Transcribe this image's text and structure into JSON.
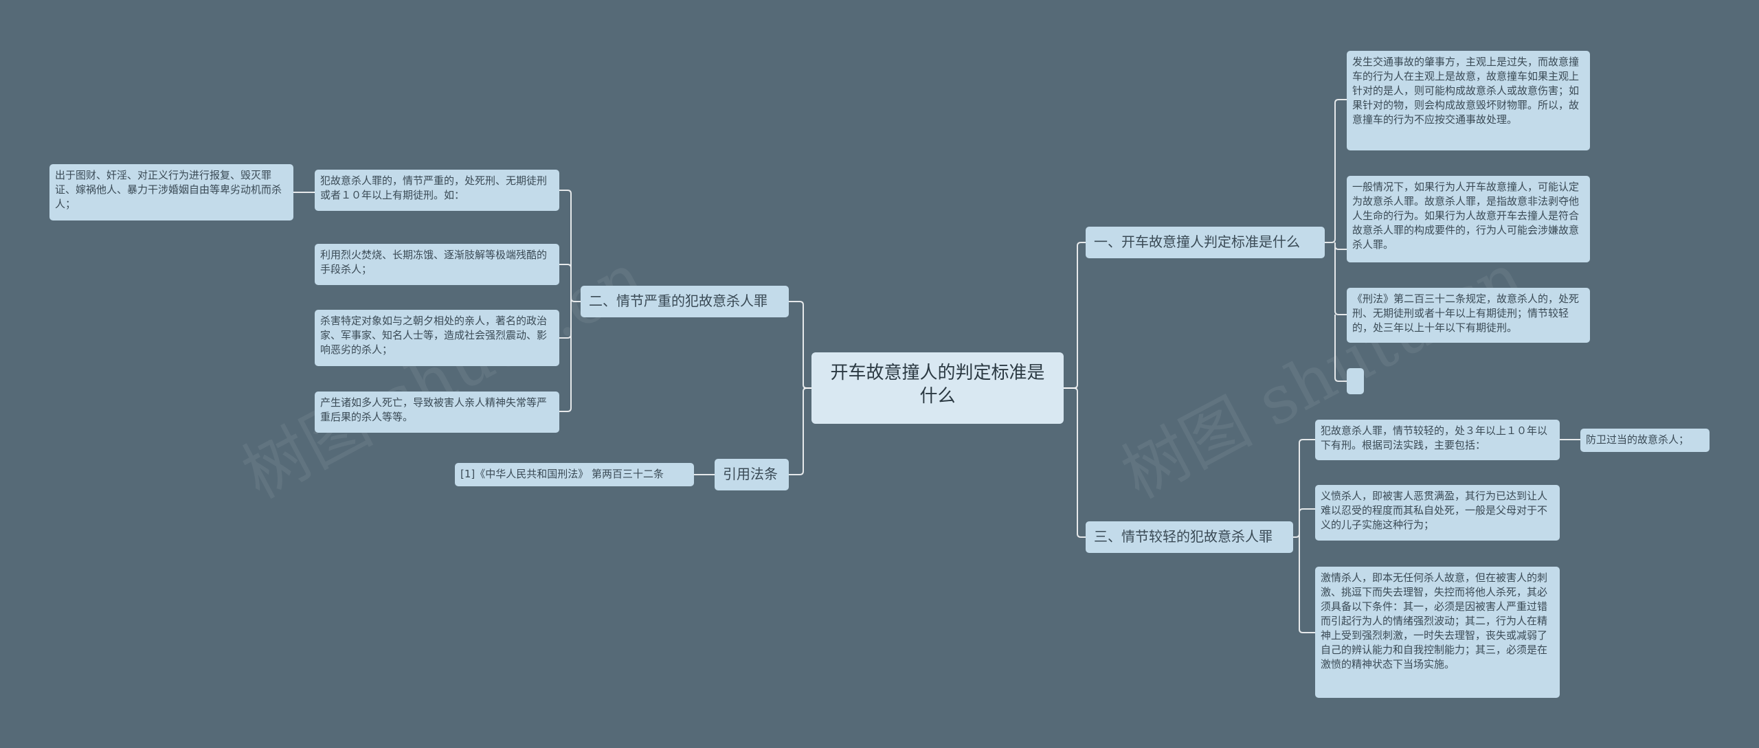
{
  "root": {
    "title": "开车故意撞人的判定标准是什么"
  },
  "watermarks": [
    "树图 shutu.cn",
    "树图 shutu.cn"
  ],
  "branches": {
    "b1": {
      "label": "一、开车故意撞人判定标准是什么",
      "items": [
        "发生交通事故的肇事方，主观上是过失，而故意撞车的行为人在主观上是故意，故意撞车如果主观上针对的是人，则可能构成故意杀人或故意伤害；如果针对的物，则会构成故意毁坏财物罪。所以，故意撞车的行为不应按交通事故处理。",
        "一般情况下，如果行为人开车故意撞人，可能认定为故意杀人罪。故意杀人罪，是指故意非法剥夺他人生命的行为。如果行为人故意开车去撞人是符合故意杀人罪的构成要件的，行为人可能会涉嫌故意杀人罪。",
        "《刑法》第二百三十二条规定，故意杀人的，处死刑、无期徒刑或者十年以上有期徒刑；情节较轻的，处三年以上十年以下有期徒刑。",
        ""
      ]
    },
    "b2": {
      "label": "二、情节严重的犯故意杀人罪",
      "items": [
        "犯故意杀人罪的，情节严重的，处死刑、无期徒刑或者１０年以上有期徒刑。如：",
        "利用烈火焚烧、长期冻饿、逐渐肢解等极端残酷的手段杀人；",
        "杀害特定对象如与之朝夕相处的亲人，著名的政治家、军事家、知名人士等，造成社会强烈震动、影响恶劣的杀人；",
        "产生诸如多人死亡，导致被害人亲人精神失常等严重后果的杀人等等。"
      ],
      "sub": "出于图财、奸淫、对正义行为进行报复、毁灭罪证、嫁祸他人、暴力干涉婚姻自由等卑劣动机而杀人；"
    },
    "b3": {
      "label": "三、情节较轻的犯故意杀人罪",
      "items": [
        "犯故意杀人罪，情节较轻的，处３年以上１０年以下有刑。根据司法实践，主要包括：",
        "义愤杀人，即被害人恶贯满盈，其行为已达到让人难以忍受的程度而其私自处死，一般是父母对于不义的儿子实施这种行为；",
        "激情杀人，即本无任何杀人故意，但在被害人的刺激、挑逗下而失去理智，失控而将他人杀死，其必须具备以下条件：其一，必须是因被害人严重过错而引起行为人的情绪强烈波动；其二，行为人在精神上受到强烈刺激，一时失去理智，丧失或减弱了自己的辨认能力和自我控制能力；其三，必须是在激愤的精神状态下当场实施。"
      ],
      "sub": "防卫过当的故意杀人；"
    },
    "b4": {
      "label": "引用法条",
      "items": [
        "[1]《中华人民共和国刑法》 第两百三十二条"
      ]
    }
  }
}
